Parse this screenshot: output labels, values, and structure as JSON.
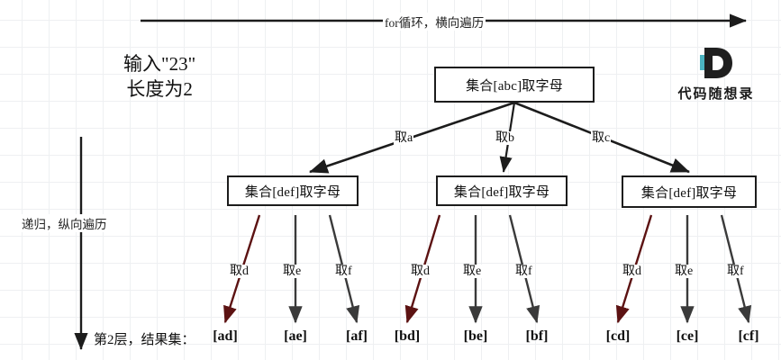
{
  "brand": {
    "logo_icon": "letter-d-logo-icon",
    "name": "代码随想录",
    "mark_dark": "#1f1f1f",
    "mark_accent": "#4bb3c0"
  },
  "annotations": {
    "horizontal_axis_label": "for循环，横向遍历",
    "vertical_axis_label": "递归，纵向遍历",
    "input_line1": "输入\"23\"",
    "input_line2": "长度为2"
  },
  "tree": {
    "root": {
      "label": "集合[abc]取字母"
    },
    "level2": [
      {
        "label": "集合[def]取字母"
      },
      {
        "label": "集合[def]取字母"
      },
      {
        "label": "集合[def]取字母"
      }
    ],
    "root_edge_labels": [
      "取a",
      "取b",
      "取c"
    ],
    "leaf_edge_labels": [
      "取d",
      "取e",
      "取f",
      "取d",
      "取e",
      "取f",
      "取d",
      "取e",
      "取f"
    ]
  },
  "results": {
    "caption": "第2层，结果集：",
    "items": [
      "[ad]",
      "[ae]",
      "[af]",
      "[bd]",
      "[be]",
      "[bf]",
      "[cd]",
      "[ce]",
      "[cf]"
    ]
  },
  "colors": {
    "stroke_dark": "#1c1c1c",
    "stroke_gray": "#3a3a3a",
    "stroke_highlight": "#5c1212",
    "grid": "#eef0f2"
  }
}
